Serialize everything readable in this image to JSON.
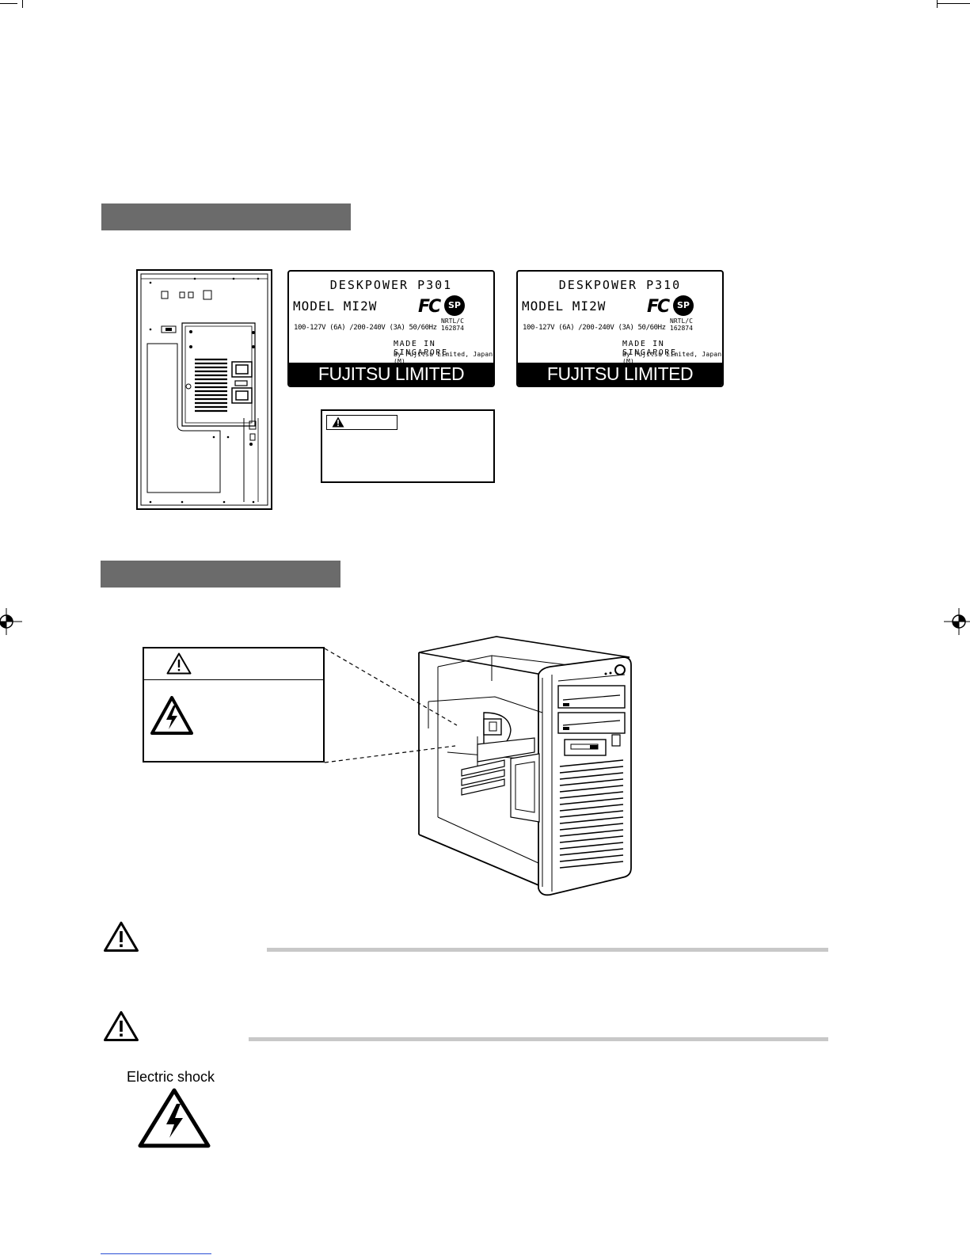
{
  "labels": {
    "p301": {
      "product": "DESKPOWER P301",
      "model": "MODEL MI2W",
      "rating": "100-127V (6A) /200-240V (3A)  50/60Hz",
      "cert_number": "NRTL/C\n162874",
      "made_in": "MADE IN SINGAPORE",
      "maker": "By Fujitsu Limited, Japan (M)",
      "brand": "FUJITSU LIMITED"
    },
    "p310": {
      "product": "DESKPOWER P310",
      "model": "MODEL MI2W",
      "rating": "100-127V (6A) /200-240V (3A)  50/60Hz",
      "cert_number": "NRTL/C\n162874",
      "made_in": "MADE IN SINGAPORE",
      "maker": "By Fujitsu Limited, Japan (M)",
      "brand": "FUJITSU LIMITED"
    },
    "fc_mark": "FC",
    "csa_mark": "SP"
  },
  "shock_caption": "Electric shock"
}
